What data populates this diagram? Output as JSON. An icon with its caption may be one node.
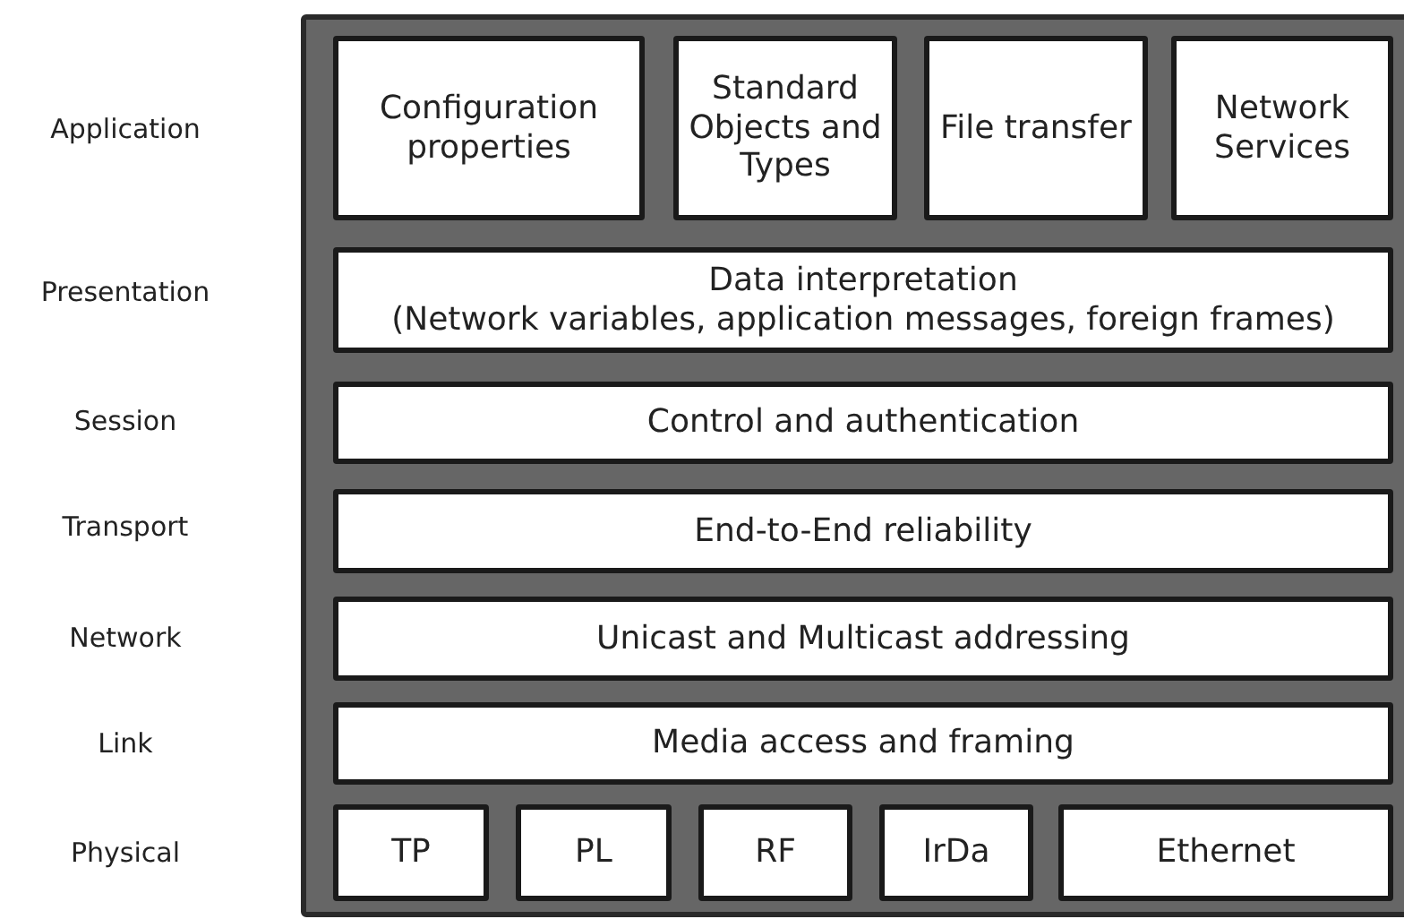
{
  "diagram": {
    "nodes": [
      {
        "text": [],
        "shape": "box"
      },
      {
        "text": [
          "Configuration properties"
        ],
        "in": 0
      },
      {
        "text": [
          "Standard Objects and Types"
        ],
        "in": 0
      },
      {
        "text": [
          "File transfer"
        ],
        "in": 0
      },
      {
        "text": [
          "Network Services"
        ],
        "in": 0
      },
      {
        "text": [
          "Data interpretation",
          "(Network variables, application messages, foreign frames)"
        ],
        "in": 0
      },
      {
        "text": [
          "Control and authentication"
        ],
        "in": 0
      },
      {
        "text": [
          "End-to-End reliability"
        ],
        "in": 0
      },
      {
        "text": [
          "Unicast and Multicast addressing"
        ],
        "in": 0
      },
      {
        "text": [
          "Media access and framing"
        ],
        "in": 0
      },
      {
        "text": [
          "TP"
        ],
        "in": 0
      },
      {
        "text": [
          "PL"
        ],
        "in": 0
      },
      {
        "text": [
          "RF"
        ],
        "in": 0
      },
      {
        "text": [
          "IrDa"
        ],
        "in": 0
      },
      {
        "text": [
          "Ethernet"
        ],
        "in": 0
      }
    ],
    "labels": [
      "Application",
      "Presentation",
      "Session",
      "Transport",
      "Network",
      "Link",
      "Physical"
    ]
  }
}
